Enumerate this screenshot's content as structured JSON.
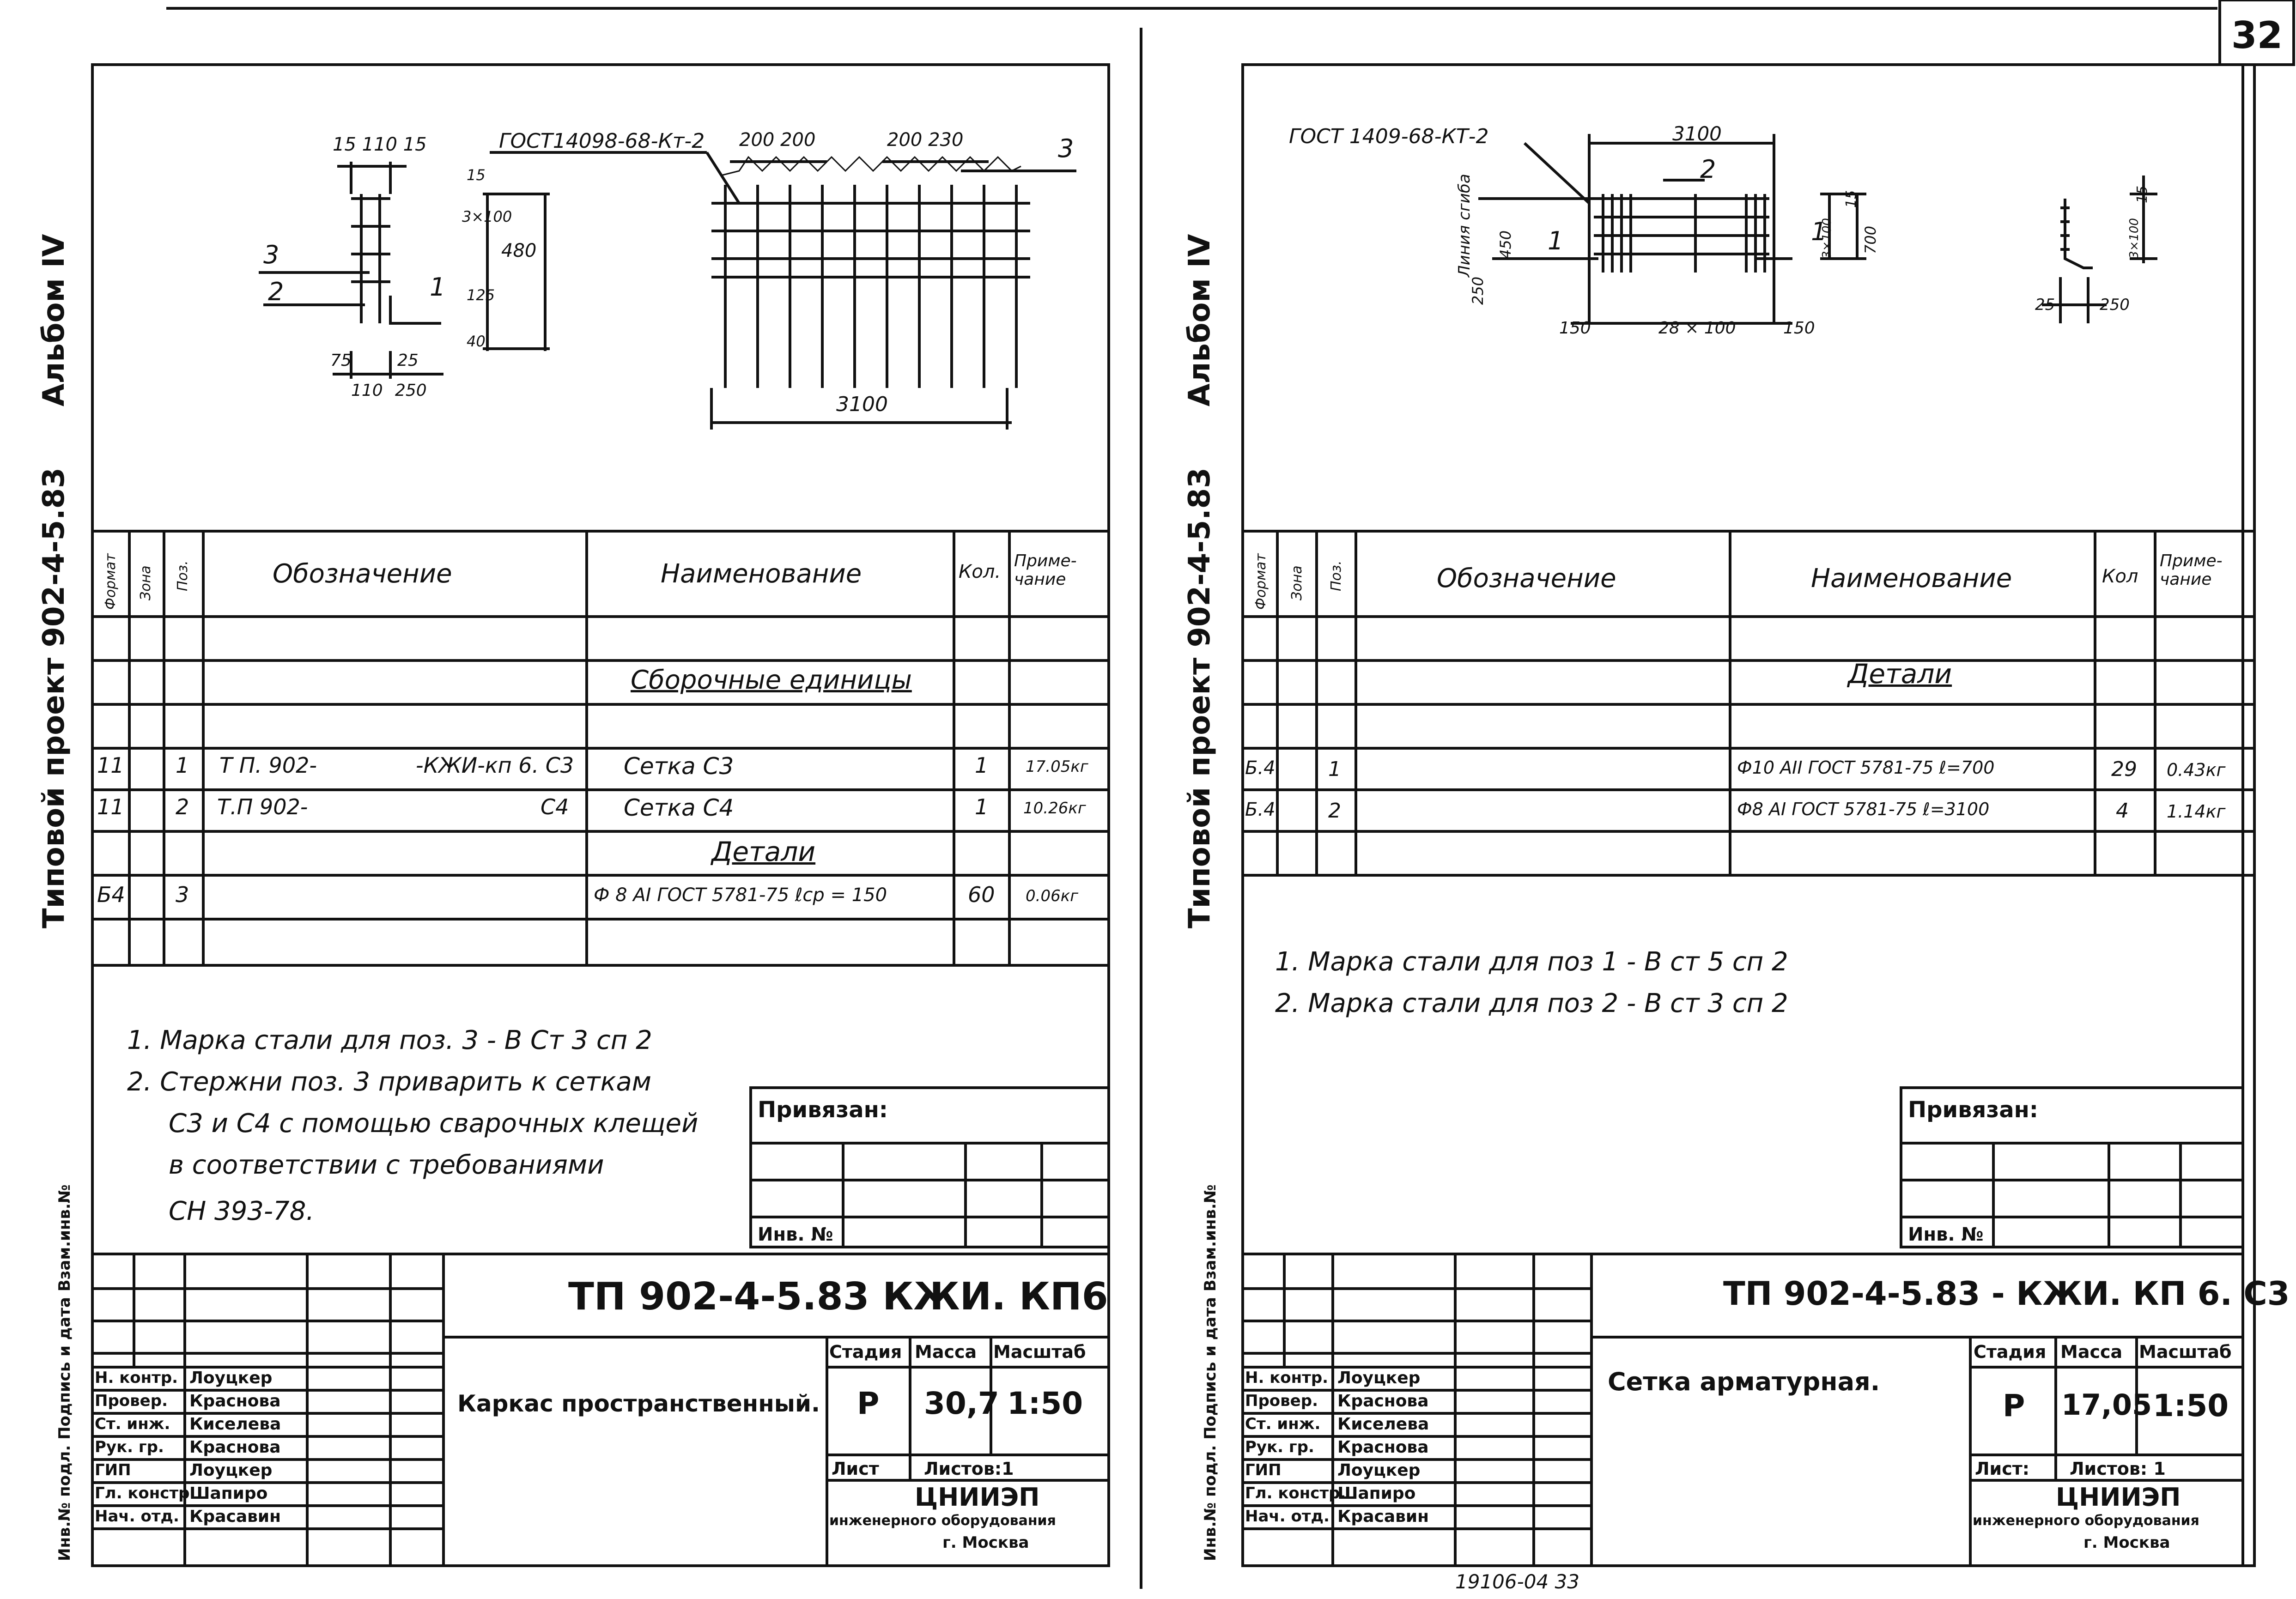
{
  "sheet_number": "32",
  "side_labels": {
    "album": "Альбом IV",
    "project": "Типовой проект 902-4-5.83",
    "stamp_strip": "Инв.№ подл. Подпись и дата Взам.инв.№"
  },
  "left_sheet": {
    "drawing": {
      "gost": "ГОСТ14098-68-Кт-2",
      "dims_top_left": "15 110 15",
      "dims_top_right_1": "200 200",
      "dims_top_right_2": "200 230",
      "pos_3_label": "3",
      "pos_2_label": "2",
      "pos_1_label": "1",
      "pos_3_right": "3",
      "dim_15": "15",
      "dim_3x100": "3×100",
      "dim_480": "480",
      "dim_125": "125",
      "dim_40": "40",
      "dim_75": "75",
      "dim_25": "25",
      "dim_110": "110",
      "dim_250": "250",
      "dim_3100": "3100"
    },
    "spec_headers": {
      "format": "Формат",
      "zone": "Зона",
      "pos": "Поз.",
      "designation": "Обозначение",
      "name": "Наименование",
      "qty": "Кол.",
      "note": "Приме-чание"
    },
    "spec_rows": [
      {
        "section": "Сборочные единицы"
      },
      {
        "format": "11",
        "pos": "1",
        "designation_a": "Т П. 902-",
        "designation_b": "-КЖИ-кп 6. С3",
        "name": "Сетка С3",
        "qty": "1",
        "note": "17.05кг"
      },
      {
        "format": "11",
        "pos": "2",
        "designation_a": "Т.П 902-",
        "designation_b": "С4",
        "name": "Сетка С4",
        "qty": "1",
        "note": "10.26кг"
      },
      {
        "section": "Детали"
      },
      {
        "format": "Б4",
        "pos": "3",
        "name": "Ф 8 АI ГОСТ 5781-75  ℓср = 150",
        "qty": "60",
        "note": "0.06кг"
      }
    ],
    "notes": [
      "1. Марка стали для поз. 3 - В Ст 3 сп 2",
      "2. Стержни поз. 3 приварить к сеткам",
      "С3 и С4 с помощью сварочных клещей",
      "в соответствии с требованиями",
      "СН 393-78."
    ],
    "privyazan": "Привязан:",
    "inv_no": "Инв. №",
    "title_code": "ТП 902-4-5.83   КЖИ. КП6",
    "title_name": "Каркас пространственный.",
    "stage_label": "Стадия",
    "mass_label": "Масса",
    "scale_label": "Масштаб",
    "stage": "Р",
    "mass": "30,7",
    "scale": "1:50",
    "sheet_label": "Лист",
    "sheets_label": "Листов:1",
    "org_1": "ЦНИИЭП",
    "org_2": "инженерного оборудования",
    "org_3": "г. Москва",
    "signers": [
      {
        "role": "Н. контр.",
        "name": "Лоуцкер"
      },
      {
        "role": "Провер.",
        "name": "Краснова"
      },
      {
        "role": "Ст. инж.",
        "name": "Киселева"
      },
      {
        "role": "Рук. гр.",
        "name": "Краснова"
      },
      {
        "role": "ГИП",
        "name": "Лоуцкер"
      },
      {
        "role": "Гл. констр.",
        "name": "Шапиро"
      },
      {
        "role": "Нач. отд.",
        "name": "Красавин"
      }
    ]
  },
  "right_sheet": {
    "drawing": {
      "gost": "ГОСТ 1409-68-КТ-2",
      "dim_3100": "3100",
      "pos_2": "2",
      "pos_1_left": "1",
      "pos_1_right": "1",
      "bend_line": "Линия сгиба",
      "dim_450": "450",
      "dim_250": "250",
      "dim_15": "15",
      "dim_3x100": "3×100",
      "dim_700": "700",
      "dim_150_l": "150",
      "dim_28x100": "28 × 100",
      "dim_150_r": "150",
      "dim_15b": "15",
      "dim_3x100b": "3×100",
      "dim_25": "25",
      "dim_250b": "250"
    },
    "spec_headers": {
      "format": "Формат",
      "zone": "Зона",
      "pos": "Поз.",
      "designation": "Обозначение",
      "name": "Наименование",
      "qty": "Кол",
      "note": "Приме-чание"
    },
    "spec_rows": [
      {
        "section": "Детали"
      },
      {
        "format": "Б.4",
        "pos": "1",
        "name": "Ф10 АII ГОСТ 5781-75   ℓ=700",
        "qty": "29",
        "note": "0.43кг"
      },
      {
        "format": "Б.4",
        "pos": "2",
        "name": "Ф8 АI ГОСТ 5781-75   ℓ=3100",
        "qty": "4",
        "note": "1.14кг"
      }
    ],
    "notes": [
      "1. Марка стали для поз 1 - В ст 5 сп 2",
      "2. Марка стали для поз 2 - В ст 3 сп 2"
    ],
    "privyazan": "Привязан:",
    "inv_no": "Инв. №",
    "title_code": "ТП 902-4-5.83 - КЖИ. КП 6. С3",
    "title_name": "Сетка арматурная.",
    "stage_label": "Стадия",
    "mass_label": "Масса",
    "scale_label": "Масштаб",
    "stage": "Р",
    "mass": "17,05",
    "scale": "1:50",
    "sheet_label": "Лист:",
    "sheets_label": "Листов: 1",
    "org_1": "ЦНИИЭП",
    "org_2": "инженерного оборудования",
    "org_3": "г. Москва",
    "signers": [
      {
        "role": "Н. контр.",
        "name": "Лоуцкер"
      },
      {
        "role": "Провер.",
        "name": "Краснова"
      },
      {
        "role": "Ст. инж.",
        "name": "Киселева"
      },
      {
        "role": "Рук. гр.",
        "name": "Краснова"
      },
      {
        "role": "ГИП",
        "name": "Лоуцкер"
      },
      {
        "role": "Гл. констр.",
        "name": "Шапиро"
      },
      {
        "role": "Нач. отд.",
        "name": "Красавин"
      }
    ]
  },
  "bottom_code": "19106-04   33"
}
